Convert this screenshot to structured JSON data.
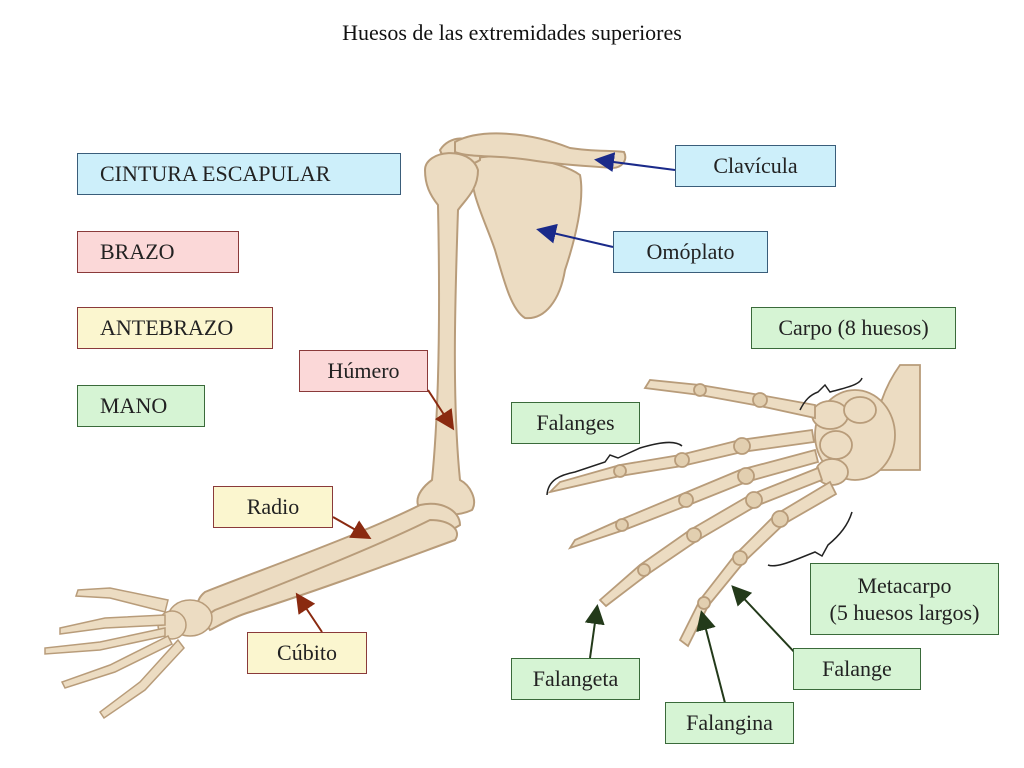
{
  "title": "Huesos de las extremidades superiores",
  "legend": {
    "cintura": "CINTURA ESCAPULAR",
    "brazo": "BRAZO",
    "antebrazo": "ANTEBRAZO",
    "mano": "MANO"
  },
  "labels": {
    "clavicula": "Clavícula",
    "omoplato": "Omóplato",
    "humero": "Húmero",
    "radio": "Radio",
    "cubito": "Cúbito",
    "carpo": "Carpo (8 huesos)",
    "falanges": "Falanges",
    "metacarpo_1": "Metacarpo",
    "metacarpo_2": "(5 huesos largos)",
    "falange": "Falange",
    "falangeta": "Falangeta",
    "falangina": "Falangina"
  },
  "colors": {
    "blue": "#cdeffa",
    "pink": "#fbd8d8",
    "yellow": "#fbf6cf",
    "green": "#d6f4d4",
    "bone": "#ecdcc2",
    "bone_edge": "#b89c7a"
  }
}
